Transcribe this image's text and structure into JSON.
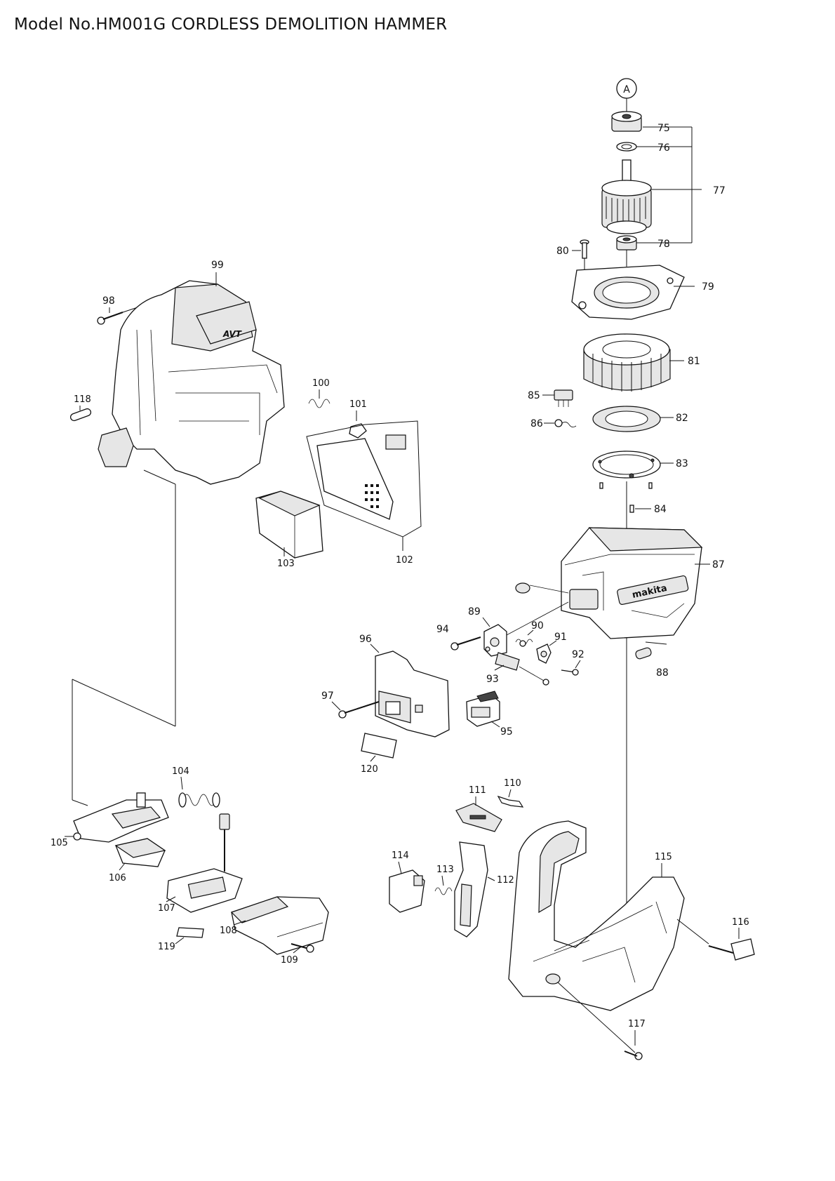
{
  "title": "Model No.HM001G CORDLESS DEMOLITION HAMMER",
  "reference_marker": "A",
  "parts": [
    {
      "label": "75"
    },
    {
      "label": "76"
    },
    {
      "label": "77"
    },
    {
      "label": "78"
    },
    {
      "label": "79"
    },
    {
      "label": "80"
    },
    {
      "label": "81"
    },
    {
      "label": "82"
    },
    {
      "label": "83"
    },
    {
      "label": "84"
    },
    {
      "label": "85"
    },
    {
      "label": "86"
    },
    {
      "label": "87"
    },
    {
      "label": "88"
    },
    {
      "label": "89"
    },
    {
      "label": "90"
    },
    {
      "label": "91"
    },
    {
      "label": "92"
    },
    {
      "label": "93"
    },
    {
      "label": "94"
    },
    {
      "label": "95"
    },
    {
      "label": "96"
    },
    {
      "label": "97"
    },
    {
      "label": "98"
    },
    {
      "label": "99"
    },
    {
      "label": "100"
    },
    {
      "label": "101"
    },
    {
      "label": "102"
    },
    {
      "label": "103"
    },
    {
      "label": "104"
    },
    {
      "label": "105"
    },
    {
      "label": "106"
    },
    {
      "label": "107"
    },
    {
      "label": "108"
    },
    {
      "label": "109"
    },
    {
      "label": "110"
    },
    {
      "label": "111"
    },
    {
      "label": "112"
    },
    {
      "label": "113"
    },
    {
      "label": "114"
    },
    {
      "label": "115"
    },
    {
      "label": "116"
    },
    {
      "label": "117"
    },
    {
      "label": "118"
    },
    {
      "label": "119"
    },
    {
      "label": "120"
    }
  ],
  "logo_text": [
    "AVT",
    "makita"
  ]
}
